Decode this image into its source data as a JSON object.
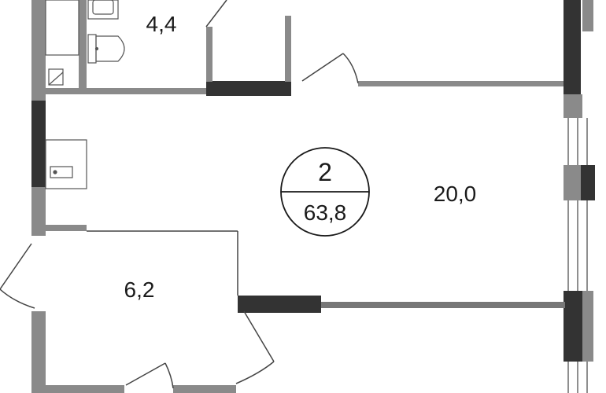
{
  "plan": {
    "apartment": {
      "rooms": "2",
      "total_area": "63,8"
    },
    "rooms": [
      {
        "id": "bathroom",
        "area": "4,4"
      },
      {
        "id": "living-room",
        "area": "20,0"
      },
      {
        "id": "kitchen",
        "area": "6,2"
      }
    ],
    "colors": {
      "wall_dark": "#333333",
      "wall_light": "#8a8a8a",
      "wall_gray": "#777777",
      "line": "#444444"
    }
  }
}
